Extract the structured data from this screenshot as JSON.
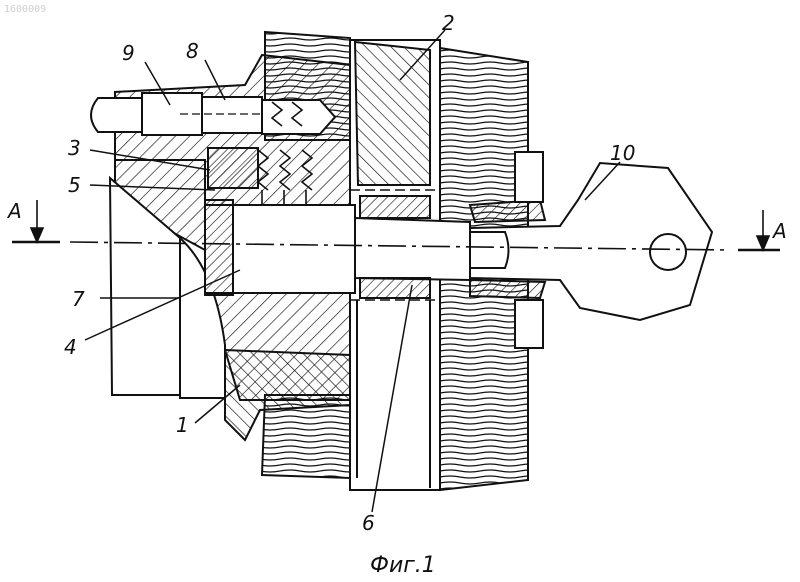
{
  "corner_text": "1600009",
  "caption": "Фиг.1",
  "section_label": "A",
  "labels": [
    "1",
    "2",
    "3",
    "4",
    "5",
    "6",
    "7",
    "8",
    "9",
    "10"
  ]
}
